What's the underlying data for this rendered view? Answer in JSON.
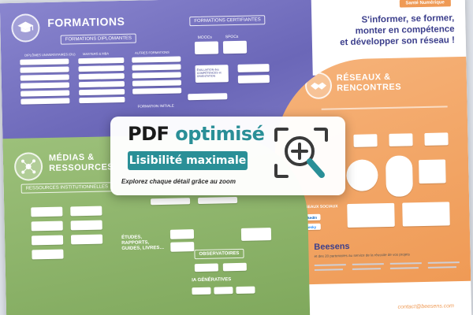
{
  "poster": {
    "badge": "Santé Numérique",
    "slogan_lines": [
      "S'informer, se former,",
      "monter en compétence",
      "et développer son réseau !"
    ],
    "formations": {
      "title": "FORMATIONS",
      "pill_diplomantes": "FORMATIONS DIPLOMANTES",
      "pill_certifiantes": "FORMATIONS CERTIFIANTES",
      "col_du": "DIPLÔMES UNIVERSITAIRES (DU)",
      "col_masters": "MASTERS & MBA",
      "col_autres": "AUTRES FORMATIONS",
      "moocs": "MOOCs",
      "spocs": "SPOCs",
      "evaluation": "ÉVALUATION des COMPÉTENCES et ORIENTATION",
      "formation_initiale": "FORMATION INITIALE"
    },
    "medias": {
      "title_line1": "MÉDIAS",
      "title_amp": "&",
      "title_line2": "RESSOURCES",
      "pill_institutionnelles": "RESSOURCES INSTITUTIONNELLES",
      "etudes": "ÉTUDES, RAPPORTS, GUIDES, LIVRES…",
      "observatoires": "OBSERVATOIRES",
      "ia": "IA GÉNÉRATIVES"
    },
    "reseaux": {
      "title_line1": "RÉSEAUX",
      "title_amp": "&",
      "title_line2": "RENCONTRES",
      "reseaux_sociaux": "RÉSEAUX SOCIAUX",
      "linkedin": "LinkedIn",
      "bluesky": "Bluesky"
    },
    "footer": {
      "brand": "Beesens",
      "partners": "et des 20 partenaires au service de la réussite de vos projets",
      "contact": "contact@beesens.com"
    }
  },
  "overlay": {
    "title_plain": "PDF",
    "title_accent": "optimisé",
    "pill": "Lisibilité maximale",
    "subtitle": "Explorez chaque détail grâce au zoom"
  },
  "colors": {
    "formations": "#6b67b8",
    "medias": "#7fa85c",
    "reseaux": "#ef9a55",
    "accent_teal": "#2a8f97",
    "navy": "#3c3f8c"
  },
  "icons": [
    "graduation-cap-icon",
    "network-icon",
    "handshake-icon",
    "zoom-in-icon"
  ]
}
